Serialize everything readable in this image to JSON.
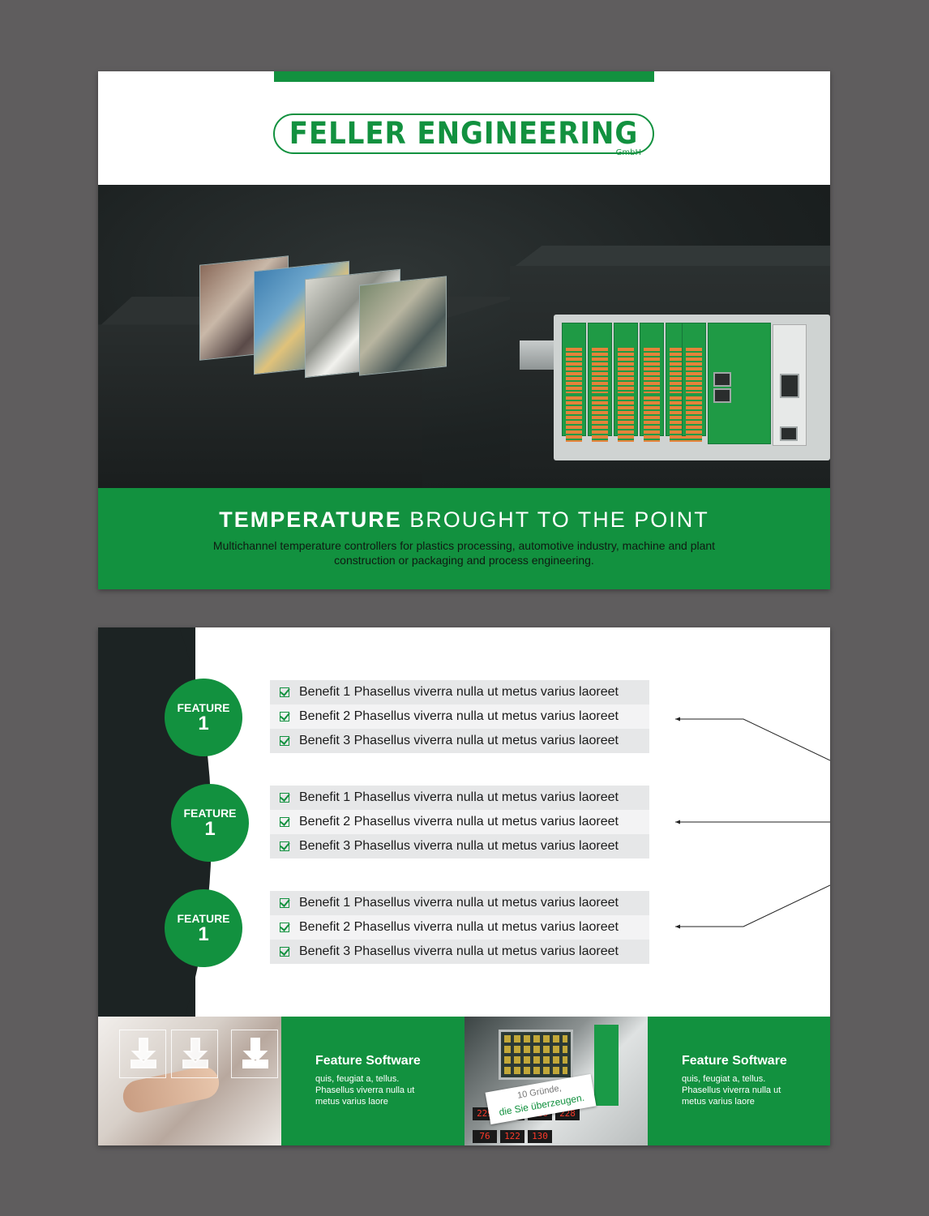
{
  "brand": {
    "name": "FELLER ENGINEERING",
    "suffix": "GmbH",
    "green": "#12913f",
    "dark": "#1c2323"
  },
  "page1": {
    "banner": {
      "title_bold": "TEMPERATURE",
      "title_light": "BROUGHT TO THE POINT",
      "subtitle": "Multichannel temperature controllers for plastics processing, automotive industry, machine and plant construction or packaging and process engineering."
    }
  },
  "page2": {
    "features": [
      {
        "label": "FEATURE",
        "number": "1",
        "benefits": [
          "Benefit 1 Phasellus viverra nulla ut metus varius laoreet",
          "Benefit 2 Phasellus viverra nulla ut metus varius laoreet",
          "Benefit 3 Phasellus viverra nulla ut metus varius laoreet"
        ]
      },
      {
        "label": "FEATURE",
        "number": "1",
        "benefits": [
          "Benefit 1 Phasellus viverra nulla ut metus varius laoreet",
          "Benefit 2 Phasellus viverra nulla ut metus varius laoreet",
          "Benefit 3 Phasellus viverra nulla ut metus varius laoreet"
        ]
      },
      {
        "label": "FEATURE",
        "number": "1",
        "benefits": [
          "Benefit 1 Phasellus viverra nulla ut metus varius laoreet",
          "Benefit 2 Phasellus viverra nulla ut metus varius laoreet",
          "Benefit 3 Phasellus viverra nulla ut metus varius laoreet"
        ]
      }
    ],
    "software_cards": [
      {
        "title": "Feature Software",
        "text": "quis, feugiat a, tellus. Phasellus viverra nulla ut metus varius laore"
      },
      {
        "title": "Feature Software",
        "text": "quis, feugiat a, tellus. Phasellus viverra nulla ut metus varius laore"
      }
    ],
    "promo_tag": {
      "line1": "10 Gründe,",
      "line2": "die Sie überzeugen."
    },
    "display_readouts": [
      "229",
      "229",
      "226",
      "228",
      "76",
      "122",
      "130"
    ],
    "icons": [
      "download-icon",
      "download-icon",
      "download-icon",
      "check-icon",
      "arrow-icon"
    ]
  }
}
